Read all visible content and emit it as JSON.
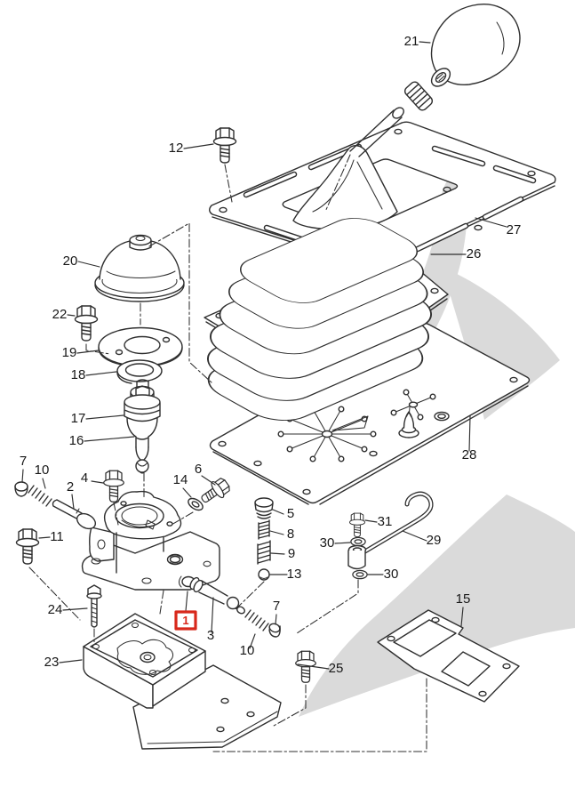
{
  "diagram": {
    "type": "exploded-parts-diagram",
    "highlighted_part": "1",
    "colors": {
      "line": "#2f2f2f",
      "shadow": "#dadada",
      "highlight": "#d8281b",
      "background": "#ffffff",
      "label_text": "#181818"
    },
    "parts": [
      {
        "label": "1",
        "highlighted": true
      },
      {
        "label": "2"
      },
      {
        "label": "3"
      },
      {
        "label": "4"
      },
      {
        "label": "5"
      },
      {
        "label": "6"
      },
      {
        "label": "7"
      },
      {
        "label": "7"
      },
      {
        "label": "8"
      },
      {
        "label": "9"
      },
      {
        "label": "10"
      },
      {
        "label": "10"
      },
      {
        "label": "11"
      },
      {
        "label": "12"
      },
      {
        "label": "13"
      },
      {
        "label": "14"
      },
      {
        "label": "15"
      },
      {
        "label": "16"
      },
      {
        "label": "17"
      },
      {
        "label": "18"
      },
      {
        "label": "19"
      },
      {
        "label": "20"
      },
      {
        "label": "21"
      },
      {
        "label": "22"
      },
      {
        "label": "23"
      },
      {
        "label": "24"
      },
      {
        "label": "25"
      },
      {
        "label": "26"
      },
      {
        "label": "27"
      },
      {
        "label": "28"
      },
      {
        "label": "29"
      },
      {
        "label": "30"
      },
      {
        "label": "30"
      },
      {
        "label": "31"
      }
    ]
  }
}
